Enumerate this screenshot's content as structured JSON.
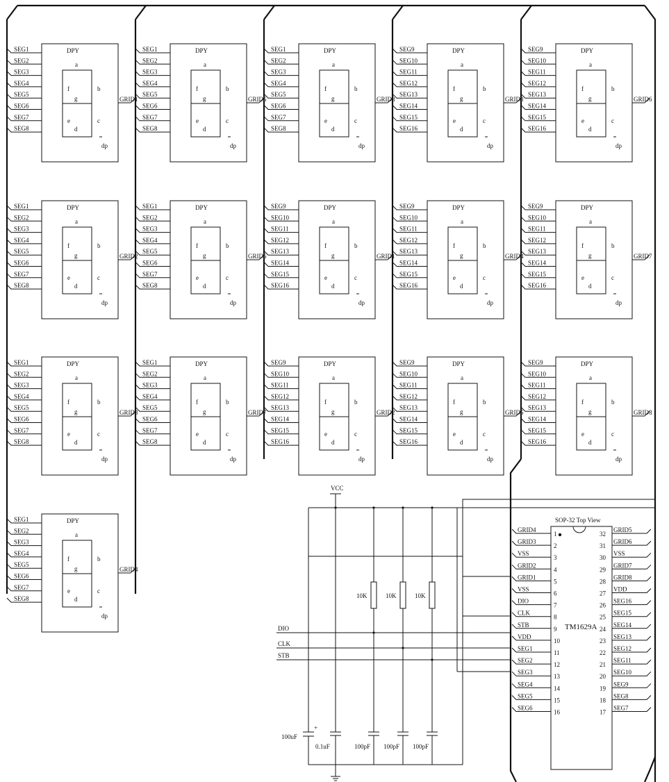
{
  "display_module": {
    "title": "DPY",
    "segment_letters": [
      "a",
      "b",
      "c",
      "d",
      "e",
      "f",
      "g",
      "dp"
    ],
    "rows": [
      [
        {
          "segs": [
            "SEG1",
            "SEG2",
            "SEG3",
            "SEG4",
            "SEG5",
            "SEG6",
            "SEG7",
            "SEG8"
          ],
          "grid": "GRID1"
        },
        {
          "segs": [
            "SEG1",
            "SEG2",
            "SEG3",
            "SEG4",
            "SEG5",
            "SEG6",
            "SEG7",
            "SEG8"
          ],
          "grid": "GRID5"
        },
        {
          "segs": [
            "SEG1",
            "SEG2",
            "SEG3",
            "SEG4",
            "SEG5",
            "SEG6",
            "SEG7",
            "SEG8"
          ],
          "grid": "GRID8"
        },
        {
          "segs": [
            "SEG9",
            "SEG10",
            "SEG11",
            "SEG12",
            "SEG13",
            "SEG14",
            "SEG15",
            "SEG16"
          ],
          "grid": "GRID3"
        },
        {
          "segs": [
            "SEG9",
            "SEG10",
            "SEG11",
            "SEG12",
            "SEG13",
            "SEG14",
            "SEG15",
            "SEG16"
          ],
          "grid": "GRID6"
        }
      ],
      [
        {
          "segs": [
            "SEG1",
            "SEG2",
            "SEG3",
            "SEG4",
            "SEG5",
            "SEG6",
            "SEG7",
            "SEG8"
          ],
          "grid": "GRID2"
        },
        {
          "segs": [
            "SEG1",
            "SEG2",
            "SEG3",
            "SEG4",
            "SEG5",
            "SEG6",
            "SEG7",
            "SEG8"
          ],
          "grid": "GRID6"
        },
        {
          "segs": [
            "SEG9",
            "SEG10",
            "SEG11",
            "SEG12",
            "SEG13",
            "SEG14",
            "SEG15",
            "SEG16"
          ],
          "grid": "GRID1"
        },
        {
          "segs": [
            "SEG9",
            "SEG10",
            "SEG11",
            "SEG12",
            "SEG13",
            "SEG14",
            "SEG15",
            "SEG16"
          ],
          "grid": "GRID4"
        },
        {
          "segs": [
            "SEG9",
            "SEG10",
            "SEG11",
            "SEG12",
            "SEG13",
            "SEG14",
            "SEG15",
            "SEG16"
          ],
          "grid": "GRID7"
        }
      ],
      [
        {
          "segs": [
            "SEG1",
            "SEG2",
            "SEG3",
            "SEG4",
            "SEG5",
            "SEG6",
            "SEG7",
            "SEG8"
          ],
          "grid": "GRID3"
        },
        {
          "segs": [
            "SEG1",
            "SEG2",
            "SEG3",
            "SEG4",
            "SEG5",
            "SEG6",
            "SEG7",
            "SEG8"
          ],
          "grid": "GRID7"
        },
        {
          "segs": [
            "SEG9",
            "SEG10",
            "SEG11",
            "SEG12",
            "SEG13",
            "SEG14",
            "SEG15",
            "SEG16"
          ],
          "grid": "GRID2"
        },
        {
          "segs": [
            "SEG9",
            "SEG10",
            "SEG11",
            "SEG12",
            "SEG13",
            "SEG14",
            "SEG15",
            "SEG16"
          ],
          "grid": "GRID5"
        },
        {
          "segs": [
            "SEG9",
            "SEG10",
            "SEG11",
            "SEG12",
            "SEG13",
            "SEG14",
            "SEG15",
            "SEG16"
          ],
          "grid": "GRID8"
        }
      ],
      [
        {
          "segs": [
            "SEG1",
            "SEG2",
            "SEG3",
            "SEG4",
            "SEG5",
            "SEG6",
            "SEG7",
            "SEG8"
          ],
          "grid": "GRID4"
        }
      ]
    ]
  },
  "power": {
    "vcc_label": "VCC",
    "cap_electrolytic": "100uF",
    "cap_electrolytic_polarity": "+",
    "cap_ceramic": "0.1uF",
    "resistors": [
      "10K",
      "10K",
      "10K"
    ],
    "filter_caps": [
      "100pF",
      "100pF",
      "100pF"
    ]
  },
  "signals": [
    "DIO",
    "CLK",
    "STB"
  ],
  "ic": {
    "package_title": "SOP-32 Top View",
    "part_name": "TM1629A",
    "left_pins": [
      {
        "num": "1",
        "name": "GRID4"
      },
      {
        "num": "2",
        "name": "GRID3"
      },
      {
        "num": "3",
        "name": "VSS"
      },
      {
        "num": "4",
        "name": "GRID2"
      },
      {
        "num": "5",
        "name": "GRID1"
      },
      {
        "num": "6",
        "name": "VSS"
      },
      {
        "num": "7",
        "name": "DIO"
      },
      {
        "num": "8",
        "name": "CLK"
      },
      {
        "num": "9",
        "name": "STB"
      },
      {
        "num": "10",
        "name": "VDD"
      },
      {
        "num": "11",
        "name": "SEG1"
      },
      {
        "num": "12",
        "name": "SEG2"
      },
      {
        "num": "13",
        "name": "SEG3"
      },
      {
        "num": "14",
        "name": "SEG4"
      },
      {
        "num": "15",
        "name": "SEG5"
      },
      {
        "num": "16",
        "name": "SEG6"
      }
    ],
    "right_pins": [
      {
        "num": "32",
        "name": "GRID5"
      },
      {
        "num": "31",
        "name": "GRID6"
      },
      {
        "num": "30",
        "name": "VSS"
      },
      {
        "num": "29",
        "name": "GRID7"
      },
      {
        "num": "28",
        "name": "GRID8"
      },
      {
        "num": "27",
        "name": "VDD"
      },
      {
        "num": "26",
        "name": "SEG16"
      },
      {
        "num": "25",
        "name": "SEG15"
      },
      {
        "num": "24",
        "name": "SEG14"
      },
      {
        "num": "23",
        "name": "SEG13"
      },
      {
        "num": "22",
        "name": "SEG12"
      },
      {
        "num": "21",
        "name": "SEG11"
      },
      {
        "num": "20",
        "name": "SEG10"
      },
      {
        "num": "19",
        "name": "SEG9"
      },
      {
        "num": "18",
        "name": "SEG8"
      },
      {
        "num": "17",
        "name": "SEG7"
      }
    ]
  }
}
